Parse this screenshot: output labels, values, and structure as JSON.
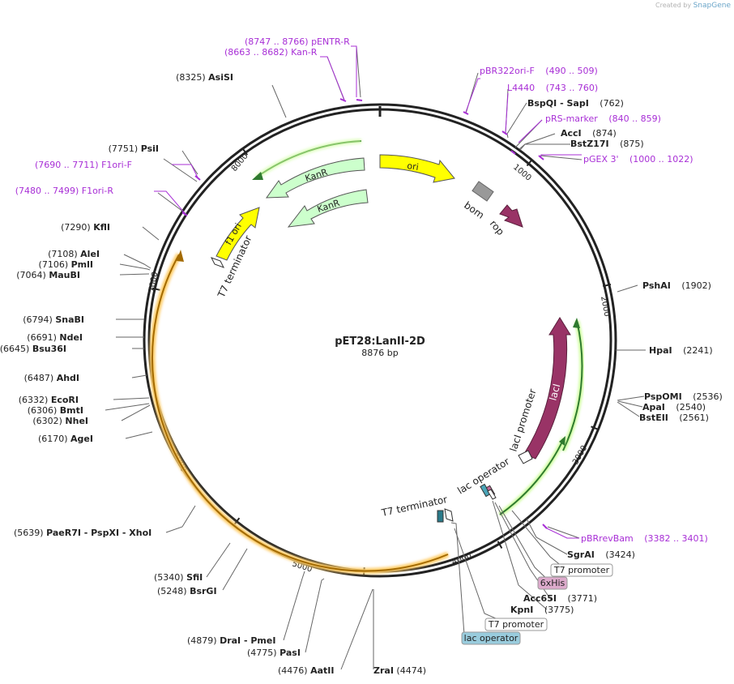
{
  "credit": {
    "prefix": "Created by",
    "brand": "SnapGene"
  },
  "plasmid": {
    "name": "pET28:LanII-2D",
    "length_label": "8876 bp",
    "length": 8876
  },
  "colors": {
    "ring": "#222222",
    "primer": "#a82fd6",
    "ori": "#ffff00",
    "kanr": "#ccffcc",
    "f1": "#ffff00",
    "laci": "#993366",
    "rop": "#993366",
    "bom": "#999999",
    "promoter_glow": "#ccff99",
    "orange_glow": "#ffcc66",
    "lac_operator_box": "#99ccdd",
    "his_box": "#ddaacc"
  },
  "ticks": [
    "1000",
    "2000",
    "3000",
    "4000",
    "5000",
    "6000",
    "7000",
    "8000"
  ],
  "features": {
    "ori": "ori",
    "kanr1": "KanR",
    "kanr2": "KanR",
    "f1": "f1 ori",
    "bom": "bom",
    "rop": "rop",
    "laci": "lacI",
    "laci_promoter": "lacI promoter",
    "lac_operator": "lac operator",
    "t7_terminator_lower": "T7 terminator",
    "t7_terminator_upper": "T7 terminator"
  },
  "labels": {
    "l_asisi": {
      "pos": "(8325)",
      "name": "AsiSI"
    },
    "l_psii": {
      "pos": "(7751)",
      "name": "PsiI"
    },
    "l_f1orif": {
      "pos": "(7690 .. 7711)",
      "name": "F1ori-F"
    },
    "l_f1orir": {
      "pos": "(7480 .. 7499)",
      "name": "F1ori-R"
    },
    "l_kfli": {
      "pos": "(7290)",
      "name": "KflI"
    },
    "l_alei": {
      "pos": "(7108)",
      "name": "AleI"
    },
    "l_pmli": {
      "pos": "(7106)",
      "name": "PmlI"
    },
    "l_maubi": {
      "pos": "(7064)",
      "name": "MauBI"
    },
    "l_snabi": {
      "pos": "(6794)",
      "name": "SnaBI"
    },
    "l_ndei": {
      "pos": "(6691)",
      "name": "NdeI"
    },
    "l_bsu36i": {
      "pos": "(6645)",
      "name": "Bsu36I"
    },
    "l_ahdi": {
      "pos": "(6487)",
      "name": "AhdI"
    },
    "l_ecori": {
      "pos": "(6332)",
      "name": "EcoRI"
    },
    "l_bmti": {
      "pos": "(6306)",
      "name": "BmtI"
    },
    "l_nhei": {
      "pos": "(6302)",
      "name": "NheI"
    },
    "l_agei": {
      "pos": "(6170)",
      "name": "AgeI"
    },
    "l_xhoi": {
      "pos": "(5639)",
      "name": "PaeR7I  - PspXI  - XhoI"
    },
    "l_sfii": {
      "pos": "(5340)",
      "name": "SfiI"
    },
    "l_bsrgi": {
      "pos": "(5248)",
      "name": "BsrGI"
    },
    "l_pmei": {
      "pos": "(4879)",
      "name": "DraI  - PmeI"
    },
    "l_pasi": {
      "pos": "(4775)",
      "name": "PasI"
    },
    "l_aatii": {
      "pos": "(4476)",
      "name": "AatII"
    },
    "l_zrai": {
      "pos": "(4474)",
      "name": "ZraI"
    },
    "l_pentrr": {
      "pos": "(8747 .. 8766)",
      "name": "pENTR-R"
    },
    "l_kanr_primer": {
      "pos": "(8663 .. 8682)",
      "name": "Kan-R"
    },
    "l_pbr322": {
      "pos": "(490 .. 509)",
      "name": "pBR322ori-F"
    },
    "l_l4440": {
      "pos": "(743 .. 760)",
      "name": "L4440"
    },
    "l_sapi": {
      "pos": "(762)",
      "name": "BspQI  - SapI"
    },
    "l_prs": {
      "pos": "(840 .. 859)",
      "name": "pRS-marker"
    },
    "l_acci": {
      "pos": "(874)",
      "name": "AccI"
    },
    "l_bstz": {
      "pos": "(875)",
      "name": "BstZ17I"
    },
    "l_pgex": {
      "pos": "(1000 .. 1022)",
      "name": "pGEX 3'"
    },
    "l_pshai": {
      "pos": "(1902)",
      "name": "PshAI"
    },
    "l_hpai": {
      "pos": "(2241)",
      "name": "HpaI"
    },
    "l_pspomi": {
      "pos": "(2536)",
      "name": "PspOMI"
    },
    "l_apai": {
      "pos": "(2540)",
      "name": "ApaI"
    },
    "l_bsteii": {
      "pos": "(2561)",
      "name": "BstEII"
    },
    "l_pbrrev": {
      "pos": "(3382 .. 3401)",
      "name": "pBRrevBam"
    },
    "l_sgrai": {
      "pos": "(3424)",
      "name": "SgrAI"
    },
    "l_t7prom1": {
      "name": "T7 promoter"
    },
    "l_6xhis": {
      "name": "6xHis"
    },
    "l_acc65i": {
      "pos": "(3771)",
      "name": "Acc65I"
    },
    "l_kpni": {
      "pos": "(3775)",
      "name": "KpnI"
    },
    "l_t7prom2": {
      "name": "T7 promoter"
    },
    "l_lacop": {
      "name": "lac operator"
    }
  }
}
